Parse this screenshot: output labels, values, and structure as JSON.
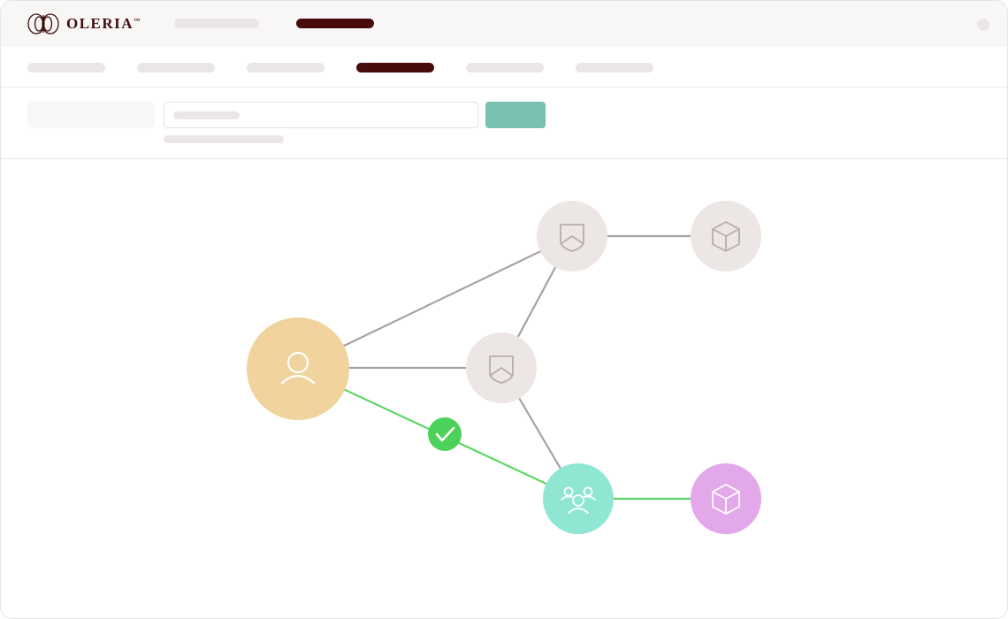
{
  "app": {
    "name": "OLERIA",
    "trademark": "™"
  },
  "colors": {
    "brand": "#480b0b",
    "submit": "#78c0b1",
    "edge_default": "#a9a0a2",
    "edge_verified": "#5ad763",
    "node_neutral": "#ece6e5",
    "node_user": "#f0d39d",
    "node_group": "#8fe6d3",
    "node_resource": "#e2a8ea",
    "check": "#4cd15b"
  },
  "header": {
    "nav_active_index": 1,
    "nav_count": 2
  },
  "tabs": {
    "active_index": 3,
    "count": 6
  },
  "graph": {
    "nodes": [
      {
        "id": "user",
        "icon": "user-icon",
        "kind": "user"
      },
      {
        "id": "policy-a",
        "icon": "shield-icon",
        "kind": "neutral"
      },
      {
        "id": "resource-a",
        "icon": "cube-icon",
        "kind": "neutral"
      },
      {
        "id": "policy-b",
        "icon": "shield-icon",
        "kind": "neutral"
      },
      {
        "id": "group",
        "icon": "group-icon",
        "kind": "group"
      },
      {
        "id": "resource-b",
        "icon": "cube-icon",
        "kind": "resource"
      }
    ],
    "edges": [
      {
        "from": "user",
        "to": "policy-a",
        "state": "default"
      },
      {
        "from": "user",
        "to": "policy-b",
        "state": "default"
      },
      {
        "from": "policy-a",
        "to": "resource-a",
        "state": "default"
      },
      {
        "from": "policy-a",
        "to": "policy-b",
        "state": "default"
      },
      {
        "from": "policy-b",
        "to": "group",
        "state": "default"
      },
      {
        "from": "user",
        "to": "group",
        "state": "verified"
      },
      {
        "from": "group",
        "to": "resource-b",
        "state": "verified"
      }
    ],
    "verified_marker": "check-icon"
  }
}
